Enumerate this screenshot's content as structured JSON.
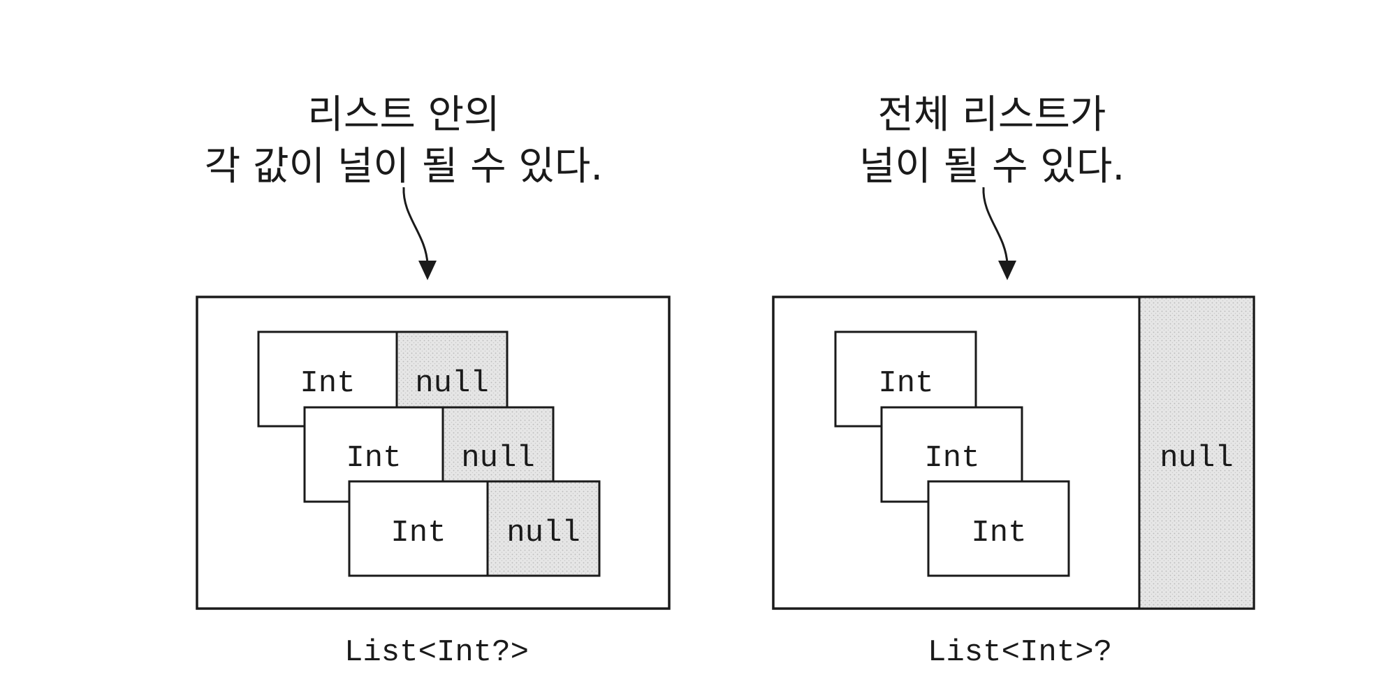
{
  "left": {
    "annotation_line1": "리스트 안의",
    "annotation_line2": "각 값이 널이 될 수 있다.",
    "rows": [
      {
        "value": "Int",
        "null": "null"
      },
      {
        "value": "Int",
        "null": "null"
      },
      {
        "value": "Int",
        "null": "null"
      }
    ],
    "caption": "List<Int?>"
  },
  "right": {
    "annotation_line1": "전체 리스트가",
    "annotation_line2": "널이 될 수 있다.",
    "rows": [
      {
        "value": "Int"
      },
      {
        "value": "Int"
      },
      {
        "value": "Int"
      }
    ],
    "null_label": "null",
    "caption": "List<Int>?"
  },
  "colors": {
    "ink": "#1a1a1a",
    "null_fill": "#e4e4e4"
  }
}
